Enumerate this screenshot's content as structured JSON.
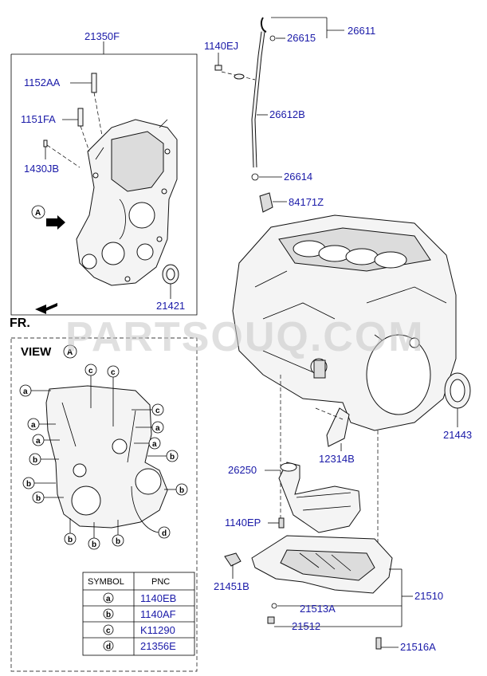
{
  "labels": {
    "p21350F": "21350F",
    "p1152AA": "1152AA",
    "p1151FA": "1151FA",
    "p1430JB": "1430JB",
    "p21421": "21421",
    "p1140EJ": "1140EJ",
    "p26611": "26611",
    "p26615": "26615",
    "p26612B": "26612B",
    "p26614": "26614",
    "p84171Z": "84171Z",
    "p21443": "21443",
    "p12314B": "12314B",
    "p26250": "26250",
    "p1140EP": "1140EP",
    "p21451B": "21451B",
    "p21510": "21510",
    "p21513A": "21513A",
    "p21512": "21512",
    "p21516A": "21516A"
  },
  "view": {
    "fr_label": "FR.",
    "title": "VIEW",
    "arrow_letter": "A"
  },
  "symbols": {
    "a": "a",
    "b": "b",
    "c": "c",
    "d": "d"
  },
  "legend": {
    "header_symbol": "SYMBOL",
    "header_pnc": "PNC",
    "rows": [
      {
        "symbol": "a",
        "pnc": "1140EB"
      },
      {
        "symbol": "b",
        "pnc": "1140AF"
      },
      {
        "symbol": "c",
        "pnc": "K11290"
      },
      {
        "symbol": "d",
        "pnc": "21356E"
      }
    ]
  },
  "watermark": "PARTSOUQ.COM",
  "colors": {
    "pnc_text": "#1a1aa8",
    "line": "#000000",
    "watermark": "#c8c8c8"
  }
}
